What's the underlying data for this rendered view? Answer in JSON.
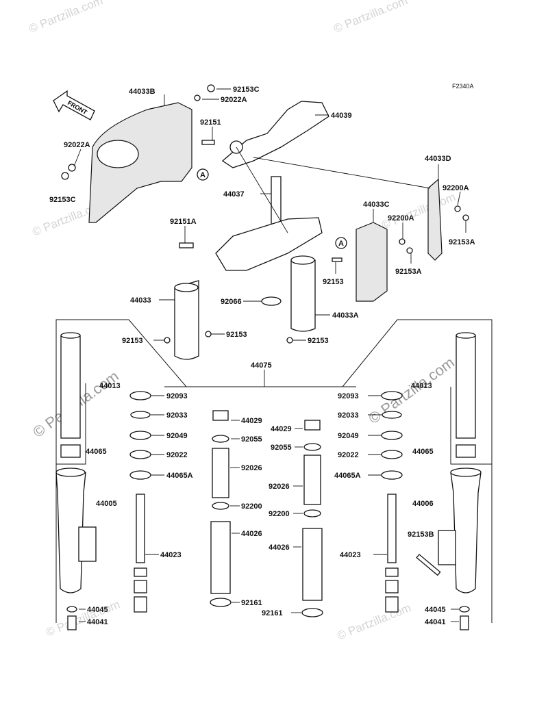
{
  "diagram": {
    "code": "F2340A",
    "front_label": "FRONT",
    "reference_marker": "A",
    "watermark": "© Partzilla.com",
    "watermark_small": "© Partzilla.com",
    "parts": {
      "p44033B": "44033B",
      "p92153C_top": "92153C",
      "p92022A_top": "92022A",
      "p44039": "44039",
      "p92151": "92151",
      "p92022A_left": "92022A",
      "p92153C_left": "92153C",
      "p44033D": "44033D",
      "p92200A_right": "92200A",
      "p92153A_right": "92153A",
      "p44037": "44037",
      "p44033C": "44033C",
      "p92200A_mid": "92200A",
      "p92153A_mid": "92153A",
      "p92151A": "92151A",
      "p92153_mid": "92153",
      "p44033": "44033",
      "p92066": "92066",
      "p44033A": "44033A",
      "p92153_a": "92153",
      "p92153_b": "92153",
      "p92153_c": "92153",
      "p44075": "44075",
      "p44013_left": "44013",
      "p44013_right": "44013",
      "p92093_left": "92093",
      "p92093_right": "92093",
      "p92033_left": "92033",
      "p92033_right": "92033",
      "p92049_left": "92049",
      "p92049_right": "92049",
      "p92022_left": "92022",
      "p92022_right": "92022",
      "p44065_left": "44065",
      "p44065_right": "44065",
      "p44065A_left": "44065A",
      "p44065A_right": "44065A",
      "p44005": "44005",
      "p44006": "44006",
      "p44029_left": "44029",
      "p44029_right": "44029",
      "p92055_left": "92055",
      "p92055_right": "92055",
      "p92026_left": "92026",
      "p92026_right": "92026",
      "p92200_left": "92200",
      "p92200_right": "92200",
      "p44026_left": "44026",
      "p44026_right": "44026",
      "p92161_left": "92161",
      "p92161_right": "92161",
      "p44023_left": "44023",
      "p44023_right": "44023",
      "p92153B": "92153B",
      "p44045_left": "44045",
      "p44045_right": "44045",
      "p44041_left": "44041",
      "p44041_right": "44041"
    }
  }
}
